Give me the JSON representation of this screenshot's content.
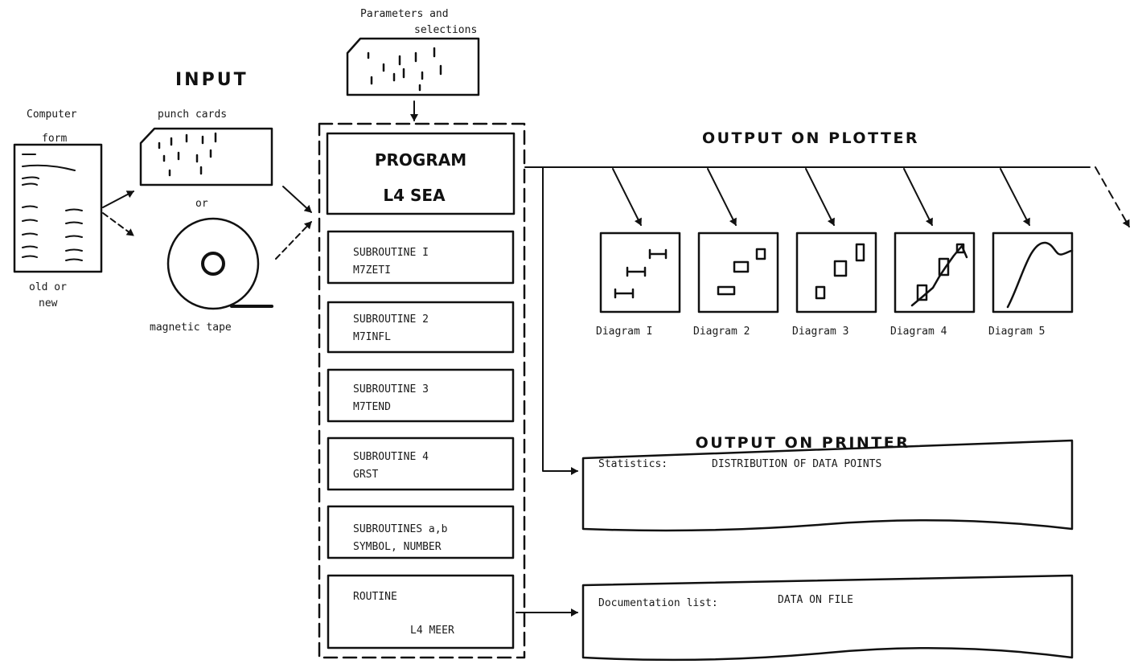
{
  "input": {
    "heading": "INPUT",
    "computer_form": {
      "label_line1": "Computer",
      "label_line2": "form",
      "caption_line1": "old  or",
      "caption_line2": "new"
    },
    "punch_cards": {
      "label": "punch cards"
    },
    "or_label": "or",
    "magnetic_tape": {
      "label": "magnetic tape"
    },
    "parameters": {
      "label_line1": "Parameters and",
      "label_line2": "selections"
    }
  },
  "program": {
    "title_line1": "PROGRAM",
    "title_line2": "L4 SEA",
    "subroutines": [
      {
        "line1": "SUBROUTINE  I",
        "line2": "M7ZETI"
      },
      {
        "line1": "SUBROUTINE  2",
        "line2": "M7INFL"
      },
      {
        "line1": "SUBROUTINE  3",
        "line2": "M7TEND"
      },
      {
        "line1": "SUBROUTINE  4",
        "line2": "GRST"
      },
      {
        "line1": "SUBROUTINES a,b",
        "line2": "SYMBOL, NUMBER"
      },
      {
        "line1": "ROUTINE",
        "line2": "L4 MEER"
      }
    ]
  },
  "plotter": {
    "heading": "OUTPUT  ON  PLOTTER",
    "diagrams": [
      {
        "label": "Diagram I",
        "icon": "bar-segments-icon"
      },
      {
        "label": "Diagram 2",
        "icon": "rectangles-icon"
      },
      {
        "label": "Diagram 3",
        "icon": "rectangles-rising-icon"
      },
      {
        "label": "Diagram 4",
        "icon": "boxes-trend-icon"
      },
      {
        "label": "Diagram 5",
        "icon": "curve-icon"
      }
    ]
  },
  "printer": {
    "heading": "OUTPUT  ON  PRINTER",
    "statistics": {
      "label": "Statistics:",
      "value": "DISTRIBUTION OF DATA POINTS"
    },
    "documentation": {
      "label": "Documentation list:",
      "value": "DATA ON FILE"
    }
  }
}
